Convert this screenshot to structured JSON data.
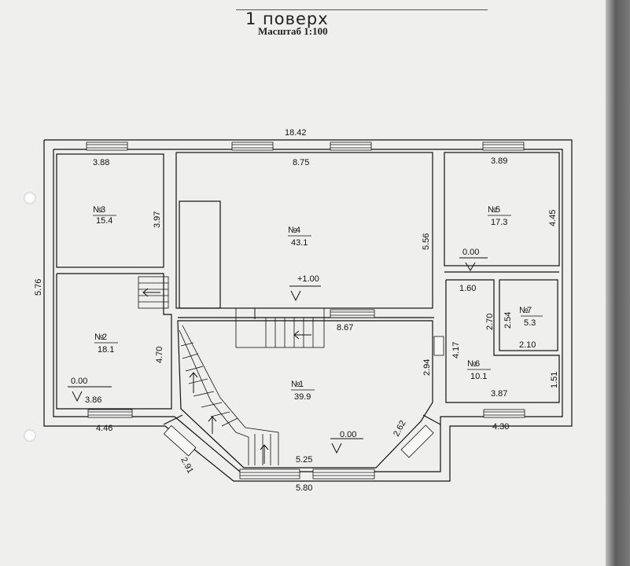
{
  "title": "1 поверх",
  "scale": "Масштаб 1:100",
  "dimensions": {
    "overall_width": "18.42",
    "room3_width": "3.88",
    "room4_width": "8.75",
    "room5_width": "3.89",
    "room3_height": "3.97",
    "room4_height": "5.56",
    "room5_height": "4.45",
    "left_side": "5.76",
    "room2_height": "4.70",
    "room2_width": "3.86",
    "bottom_left": "4.46",
    "hall_width": "8.67",
    "right_inner": "4.17",
    "room6_h1": "2.70",
    "room7_h": "2.54",
    "room7_w": "2.10",
    "room6_width": "3.87",
    "bottom_right": "4.30",
    "right_small": "1.51",
    "wall_1_60": "1.60",
    "diag_left": "2.91",
    "diag_right": "2.62",
    "hall_right": "2.94",
    "bottom_inner": "5.25",
    "bottom_outer": "5.80"
  },
  "rooms": [
    {
      "num": "3",
      "area": "15.4"
    },
    {
      "num": "4",
      "area": "43.1"
    },
    {
      "num": "5",
      "area": "17.3"
    },
    {
      "num": "2",
      "area": "18.1"
    },
    {
      "num": "1",
      "area": "39.9"
    },
    {
      "num": "6",
      "area": "10.1"
    },
    {
      "num": "7",
      "area": "5.3"
    }
  ],
  "room_prefix": "№",
  "levels": {
    "zero_left": "0.00",
    "zero_right": "0.00",
    "zero_bottom": "0.00",
    "plus_one": "+1.00"
  }
}
